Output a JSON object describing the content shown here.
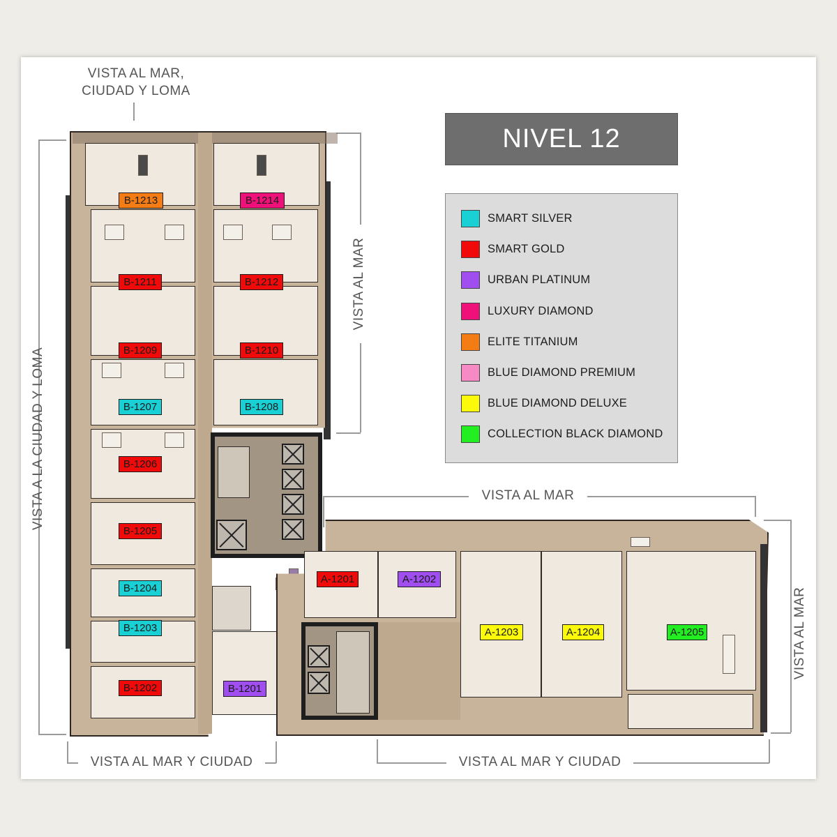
{
  "title": "NIVEL 12",
  "legend": [
    {
      "label": "SMART SILVER",
      "color": "#19d1d4"
    },
    {
      "label": "SMART GOLD",
      "color": "#f00a0a"
    },
    {
      "label": "URBAN PLATINUM",
      "color": "#a04ef0"
    },
    {
      "label": "LUXURY DIAMOND",
      "color": "#f0107a"
    },
    {
      "label": "ELITE TITANIUM",
      "color": "#f47c14"
    },
    {
      "label": "BLUE DIAMOND PREMIUM",
      "color": "#f68ac4"
    },
    {
      "label": "BLUE DIAMOND DELUXE",
      "color": "#fafa0a"
    },
    {
      "label": "COLLECTION BLACK DIAMOND",
      "color": "#22ee22"
    }
  ],
  "views": {
    "top_left_line1": "VISTA AL MAR,",
    "top_left_line2": "CIUDAD Y LOMA",
    "left": "VISTA A LA CIUDAD Y LOMA",
    "right_upper": "VISTA AL MAR",
    "middle": "VISTA AL MAR",
    "right_lower": "VISTA AL MAR",
    "bottom_left": "VISTA AL MAR Y CIUDAD",
    "bottom_right": "VISTA AL MAR Y CIUDAD"
  },
  "units": [
    {
      "id": "B-1213",
      "category": "ELITE TITANIUM"
    },
    {
      "id": "B-1214",
      "category": "LUXURY DIAMOND"
    },
    {
      "id": "B-1211",
      "category": "SMART GOLD"
    },
    {
      "id": "B-1212",
      "category": "SMART GOLD"
    },
    {
      "id": "B-1209",
      "category": "SMART GOLD"
    },
    {
      "id": "B-1210",
      "category": "SMART GOLD"
    },
    {
      "id": "B-1207",
      "category": "SMART SILVER"
    },
    {
      "id": "B-1208",
      "category": "SMART SILVER"
    },
    {
      "id": "B-1206",
      "category": "SMART GOLD"
    },
    {
      "id": "B-1205",
      "category": "SMART GOLD"
    },
    {
      "id": "B-1204",
      "category": "SMART SILVER"
    },
    {
      "id": "B-1203",
      "category": "SMART SILVER"
    },
    {
      "id": "B-1202",
      "category": "SMART GOLD"
    },
    {
      "id": "B-1201",
      "category": "URBAN PLATINUM"
    },
    {
      "id": "A-1201",
      "category": "SMART GOLD"
    },
    {
      "id": "A-1202",
      "category": "URBAN PLATINUM"
    },
    {
      "id": "A-1203",
      "category": "BLUE DIAMOND DELUXE"
    },
    {
      "id": "A-1204",
      "category": "BLUE DIAMOND DELUXE"
    },
    {
      "id": "A-1205",
      "category": "COLLECTION BLACK DIAMOND"
    }
  ]
}
